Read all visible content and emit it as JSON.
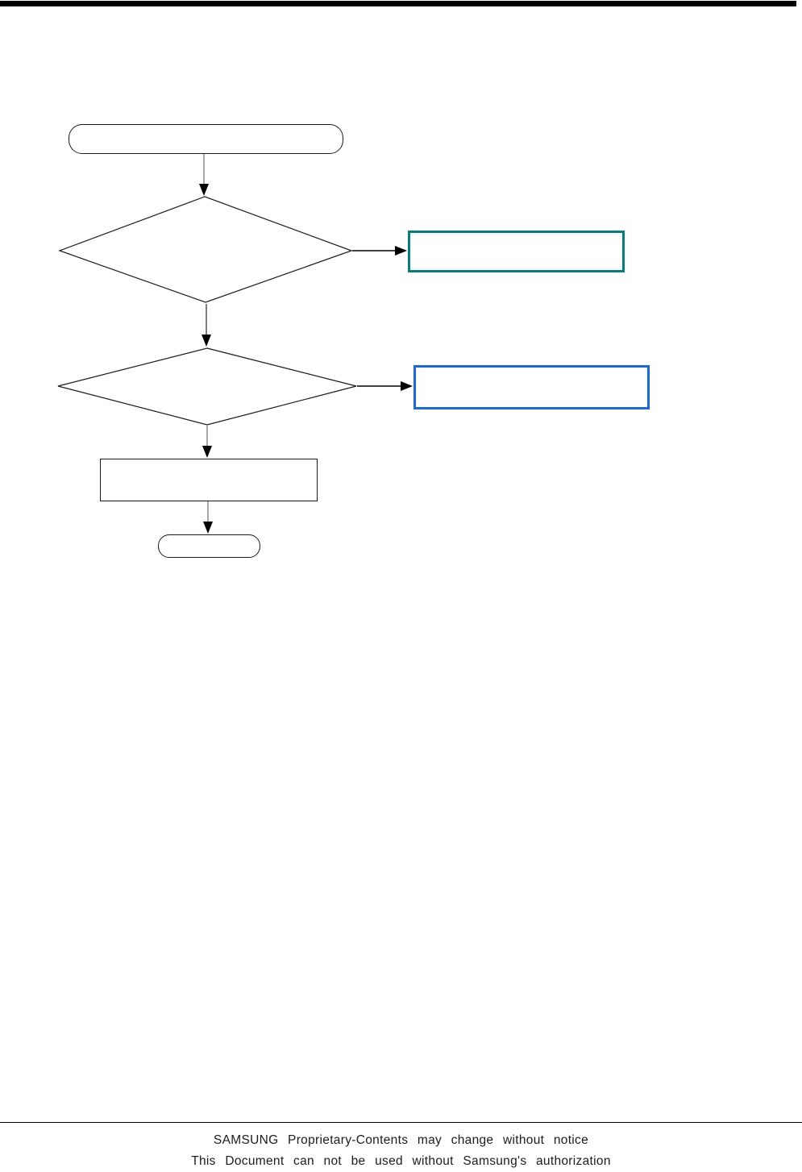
{
  "page": {
    "footer": {
      "line1": "SAMSUNG Proprietary-Contents may change without notice",
      "line2": "This Document can not be used without Samsung's authorization"
    }
  },
  "colors": {
    "top_bar": "#000000",
    "shape_outline": "#1a1a1a",
    "connector_line": "#8a8a8a",
    "arrowhead": "#000000",
    "teal_box_border": "#008080",
    "blue_box_border": "#1569e8"
  },
  "flowchart": {
    "nodes": [
      {
        "id": "start",
        "type": "terminator",
        "label": ""
      },
      {
        "id": "decision-1",
        "type": "decision",
        "label": ""
      },
      {
        "id": "teal-action",
        "type": "process",
        "label": "",
        "border_color": "#008080"
      },
      {
        "id": "decision-2",
        "type": "decision",
        "label": ""
      },
      {
        "id": "blue-action",
        "type": "process",
        "label": "",
        "border_color": "#1569e8"
      },
      {
        "id": "process",
        "type": "process",
        "label": ""
      },
      {
        "id": "end",
        "type": "terminator",
        "label": ""
      }
    ],
    "edges": [
      {
        "from": "start",
        "to": "decision-1"
      },
      {
        "from": "decision-1",
        "to": "teal-action"
      },
      {
        "from": "decision-1",
        "to": "decision-2"
      },
      {
        "from": "decision-2",
        "to": "blue-action"
      },
      {
        "from": "decision-2",
        "to": "process"
      },
      {
        "from": "process",
        "to": "end"
      }
    ]
  }
}
